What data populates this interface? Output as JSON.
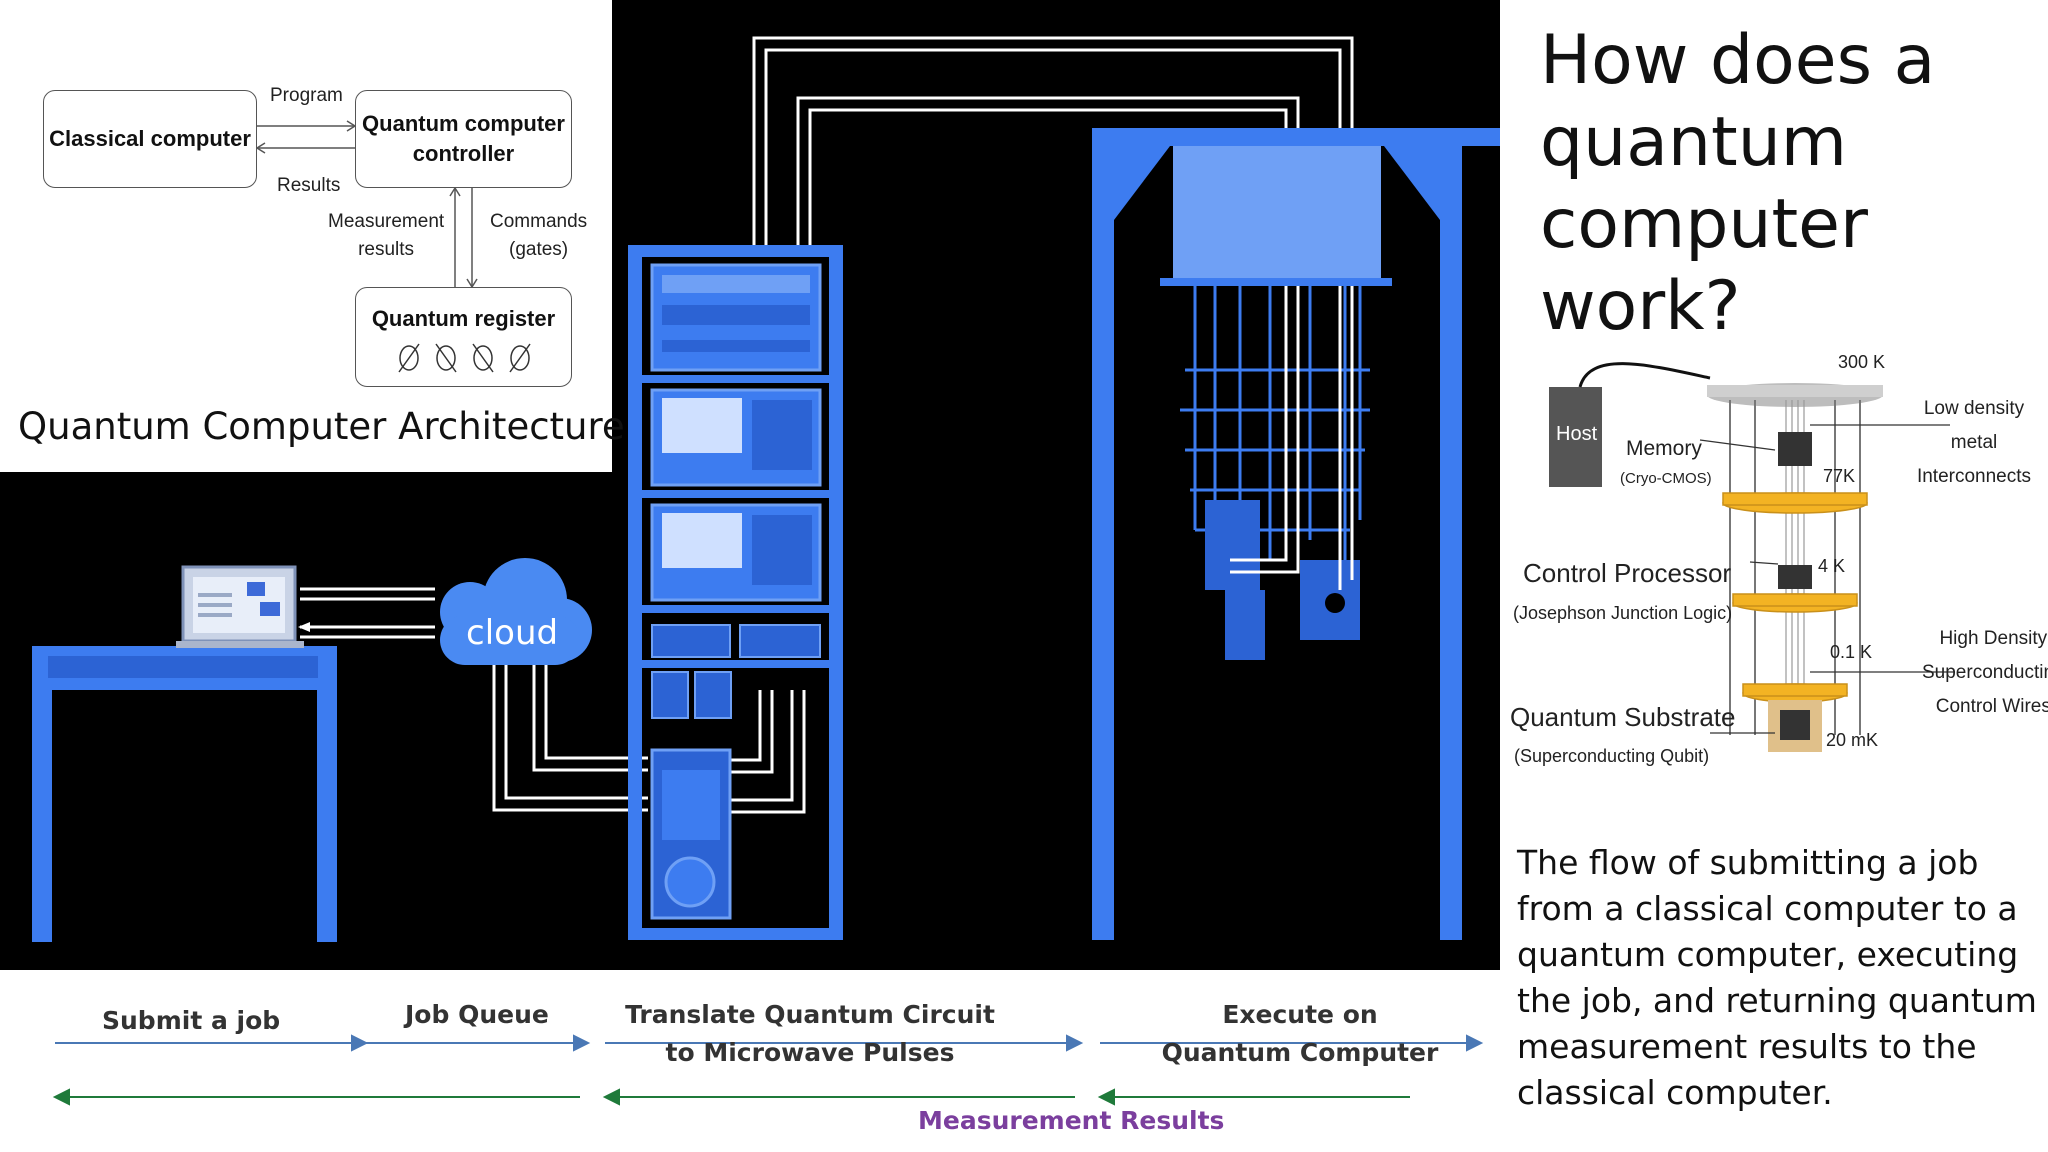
{
  "title": "How does a quantum computer work?",
  "description": "The flow of submitting a job from a classical computer to a quantum computer, executing the job, and returning quantum measurement results to the classical computer.",
  "architecture": {
    "caption": "Quantum Computer Architecture",
    "classical_computer": "Classical computer",
    "controller_line1": "Quantum computer",
    "controller_line2": "controller",
    "register": "Quantum register",
    "program": "Program",
    "results": "Results",
    "measurement_line1": "Measurement",
    "measurement_line2": "results",
    "commands_line1": "Commands",
    "commands_line2": "(gates)"
  },
  "illustration": {
    "cloud": "cloud"
  },
  "flow": {
    "submit": "Submit a job",
    "queue": "Job Queue",
    "translate_line1": "Translate Quantum Circuit",
    "translate_line2": "to Microwave Pulses",
    "execute_line1": "Execute on",
    "execute_line2": "Quantum Computer",
    "measurement": "Measurement Results"
  },
  "cryostat": {
    "temp_300k": "300 K",
    "temp_77k": "77K",
    "temp_4k": "4 K",
    "temp_01k": "0.1 K",
    "temp_20mk": "20 mK",
    "host": "Host",
    "memory": "Memory",
    "memory_sub": "(Cryo-CMOS)",
    "low_density_line1": "Low density metal",
    "low_density_line2": "Interconnects",
    "control_processor": "Control Processor",
    "control_processor_sub": "(Josephson Junction Logic)",
    "high_density_line1": "High Density",
    "high_density_line2": "Superconducting",
    "high_density_line3": "Control Wires",
    "quantum_substrate": "Quantum Substrate",
    "quantum_substrate_sub": "(Superconducting Qubit)"
  },
  "colors": {
    "rack_blue": "#3d7cf0",
    "dark_blue": "#1d4fb0",
    "panel_blue": "#6fa0f5",
    "cloud_blue": "#4a8af2",
    "gold": "#f3b323",
    "flow_blue": "#4a78b5",
    "flow_green": "#1f7a3a",
    "measurement_purple": "#7b3f9e"
  }
}
